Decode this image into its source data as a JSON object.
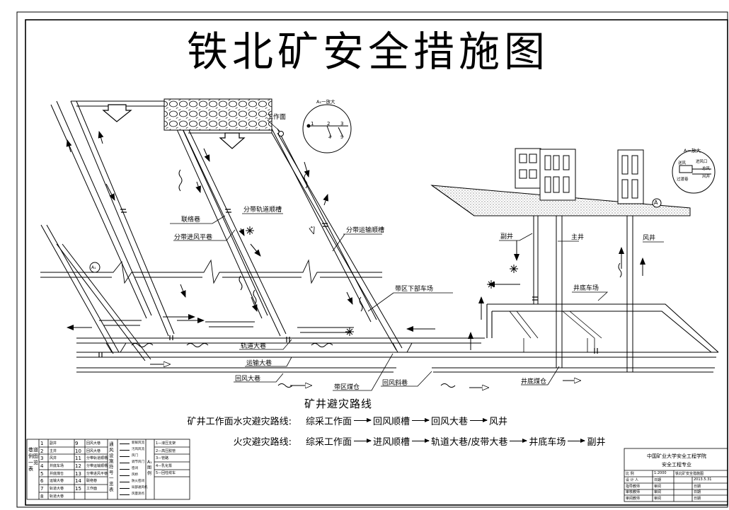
{
  "title": "铁北矿安全措施图",
  "detail_a_top": {
    "title": "A₁一放大",
    "numbers": [
      "1",
      "2",
      "3"
    ],
    "sub": [
      "4",
      "5"
    ],
    "tag": "工作面"
  },
  "detail_a_right": {
    "title": "A一放大",
    "labels": [
      "进风口",
      "送风",
      "总风",
      "风井"
    ],
    "sub": "过渡巷"
  },
  "labels": {
    "lianluo": "联络巷",
    "fendai_jinfeng": "分带进风平巷",
    "fendai_guidao": "分带轨道顺槽",
    "fendai_yunshu": "分带运输顺槽",
    "daiqu_xiabu": "带区下部车场",
    "guidao_daxiang": "轨道大巷",
    "yunshu_daxiang": "运输大巷",
    "huifeng_daxiang": "回风大巷",
    "daiqu_meicang": "带区煤仓",
    "huifeng_xiexiang": "回风斜巷",
    "fujing": "副井",
    "zhujing": "主井",
    "fengjing": "风井",
    "jingdi_chechang": "井底车场",
    "jingdi_meicang": "井底煤仓",
    "circle_a": "A",
    "circle_a1": "A₁"
  },
  "routes": {
    "heading": "矿井避灾路线",
    "items": [
      {
        "name": "矿井工作面水灾避灾路线:",
        "steps": [
          "综采工作面",
          "回风顺槽",
          "回风大巷",
          "风井"
        ]
      },
      {
        "name": "火灾避灾路线:",
        "steps": [
          "综采工作面",
          "进风顺槽",
          "轨道大巷/皮带大巷",
          "井底车场",
          "副井"
        ]
      }
    ]
  },
  "legend": {
    "side_label": "巷道例图一览表",
    "middle_label": "通风设施符号一览表",
    "right_label": "A₁图例",
    "rows": [
      {
        "n1": "1",
        "t1": "副井",
        "n2": "9",
        "t2": "回风大巷"
      },
      {
        "n1": "2",
        "t1": "主井",
        "n2": "10",
        "t2": "回风大巷"
      },
      {
        "n1": "3",
        "t1": "风井",
        "n2": "11",
        "t2": "分带轨道顺槽"
      },
      {
        "n1": "4",
        "t1": "井底车场",
        "n2": "12",
        "t2": "分带运输顺槽"
      },
      {
        "n1": "5",
        "t1": "井底煤仓",
        "n2": "13",
        "t2": "分带进风平巷"
      },
      {
        "n1": "6",
        "t1": "运输大巷",
        "n2": "14",
        "t2": "联络巷"
      },
      {
        "n1": "7",
        "t1": "轨道大巷",
        "n2": "15",
        "t2": "工作面"
      },
      {
        "n1": "8",
        "t1": "轨道大巷",
        "n2": "",
        "t2": ""
      }
    ],
    "symbols": [
      "新鲜风流",
      "污风风流",
      "风门",
      "调节风门",
      "密闭",
      "风桥",
      "防火密闭",
      "局部通风机",
      "风量测点"
    ],
    "a1_items": [
      "1—液压支架",
      "2—高压胶管",
      "3—管路",
      "4—乳化泵",
      "5—回柱绞车"
    ]
  },
  "title_block": {
    "school": "中国矿业大学安全工程学院",
    "major": "安全工程专业",
    "rows": [
      [
        "比 例",
        "1:2000",
        "铁北矿安全措施图"
      ],
      [
        "设 计 人",
        "日期",
        "2013.5.31"
      ],
      [
        "指导教师",
        "审阅",
        "日期"
      ],
      [
        "审核教师",
        "审阅",
        "日期"
      ],
      [
        "审阅教师",
        "审阅",
        "日期"
      ]
    ]
  }
}
